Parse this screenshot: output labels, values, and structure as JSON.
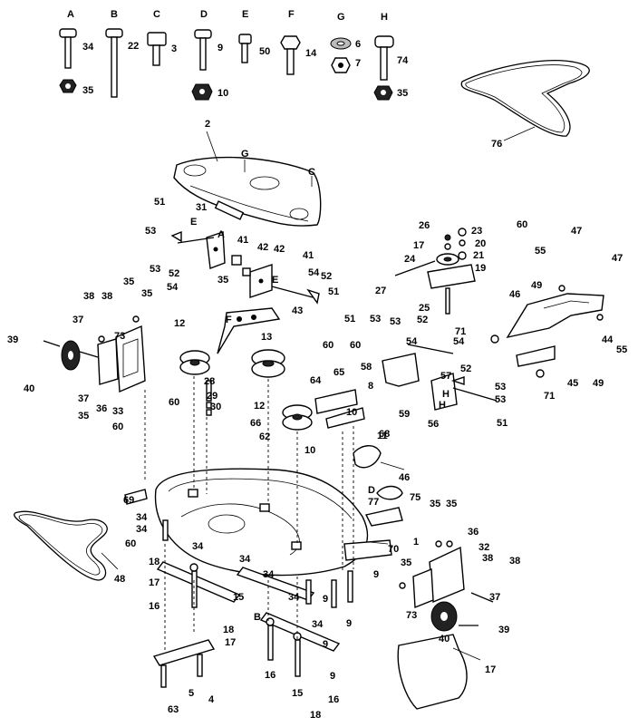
{
  "hardware_legend": [
    {
      "letter": "A",
      "bolt_ref": "34",
      "nut_ref": "35"
    },
    {
      "letter": "B",
      "bolt_ref": "22",
      "nut_ref": ""
    },
    {
      "letter": "C",
      "bolt_ref": "3",
      "nut_ref": ""
    },
    {
      "letter": "D",
      "bolt_ref": "9",
      "nut_ref": "10"
    },
    {
      "letter": "E",
      "bolt_ref": "50",
      "nut_ref": ""
    },
    {
      "letter": "F",
      "bolt_ref": "14",
      "nut_ref": ""
    },
    {
      "letter": "G",
      "bolt_ref": "6",
      "nut_ref": "7"
    },
    {
      "letter": "H",
      "bolt_ref": "74",
      "nut_ref": "35"
    }
  ],
  "callouts": [
    "76",
    "2",
    "G",
    "C",
    "51",
    "31",
    "E",
    "A",
    "41",
    "42",
    "42",
    "41",
    "53",
    "53",
    "52",
    "54",
    "E",
    "54",
    "52",
    "51",
    "26",
    "60",
    "17",
    "23",
    "20",
    "24",
    "21",
    "19",
    "27",
    "25",
    "55",
    "47",
    "47",
    "46",
    "49",
    "71",
    "44",
    "55",
    "45",
    "49",
    "71",
    "35",
    "38",
    "38",
    "35",
    "37",
    "73",
    "39",
    "40",
    "37",
    "36",
    "35",
    "33",
    "43",
    "35",
    "12",
    "F",
    "13",
    "28",
    "29",
    "30",
    "60",
    "60",
    "60",
    "60",
    "65",
    "64",
    "12",
    "66",
    "62",
    "10",
    "10",
    "11",
    "8",
    "68",
    "51",
    "53",
    "53",
    "52",
    "54",
    "54",
    "52",
    "58",
    "57",
    "53",
    "H",
    "H",
    "53",
    "59",
    "56",
    "51",
    "46",
    "D",
    "75",
    "77",
    "69",
    "34",
    "34",
    "60",
    "34",
    "34",
    "34",
    "18",
    "17",
    "16",
    "15",
    "1",
    "70",
    "9",
    "9",
    "9",
    "9",
    "35",
    "35",
    "36",
    "32",
    "38",
    "38",
    "35",
    "73",
    "37",
    "40",
    "39",
    "48",
    "18",
    "17",
    "B",
    "34",
    "34",
    "16",
    "9",
    "15",
    "16",
    "18",
    "17",
    "63",
    "5",
    "4",
    "5"
  ]
}
